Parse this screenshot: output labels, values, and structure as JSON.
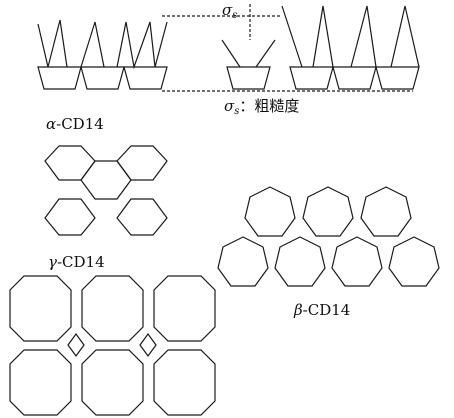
{
  "labels": {
    "sigma_symbol": "σ",
    "sigma_subscript": "s",
    "sigma_definition": "：粗糙度",
    "alpha_greek": "α",
    "alpha_name": "-CD14",
    "gamma_greek": "γ",
    "gamma_name": "-CD14",
    "beta_greek": "β",
    "beta_name": "-CD14"
  },
  "colors": {
    "line": "#1a1a1a",
    "background": "#ffffff"
  }
}
